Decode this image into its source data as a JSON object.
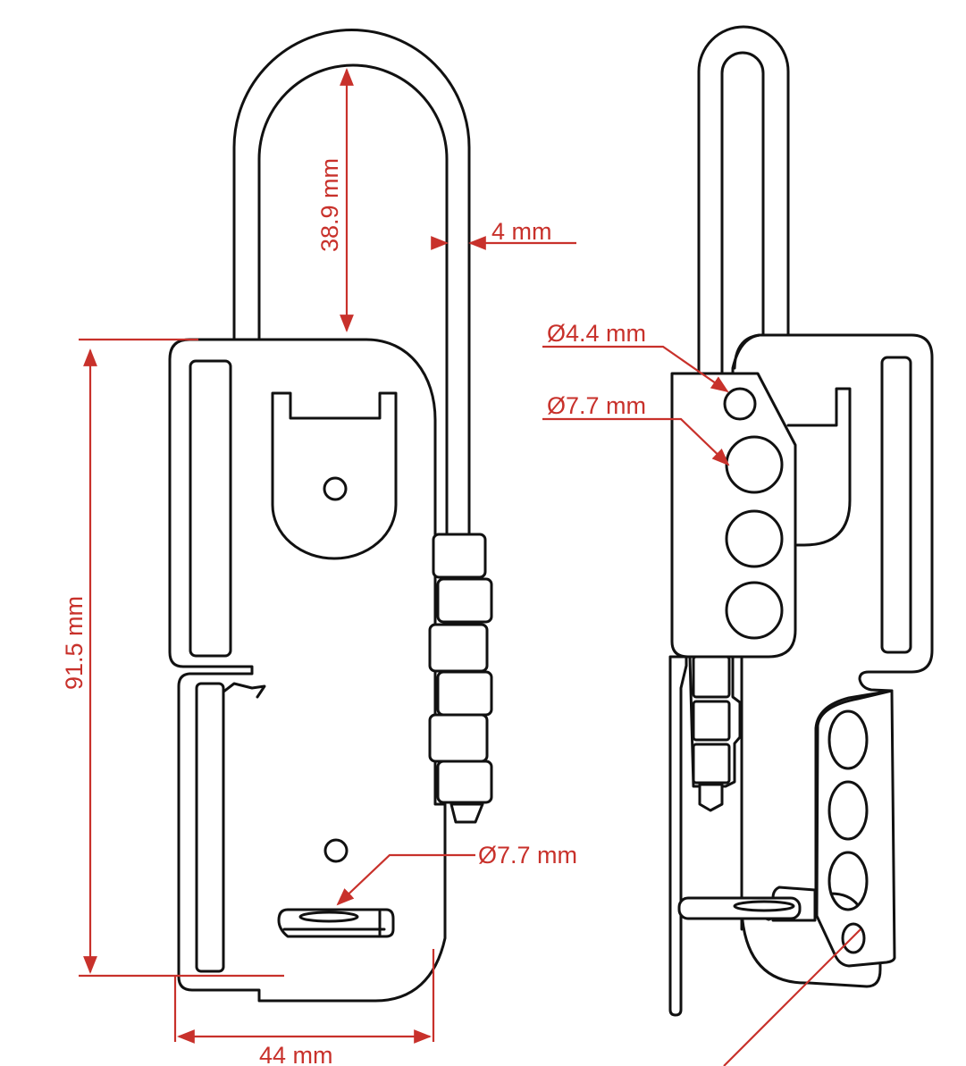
{
  "colors": {
    "dimension": "#c8312b",
    "outline": "#111111",
    "background": "#ffffff"
  },
  "front_view": {
    "shackle_height_label": "38.9 mm",
    "shackle_thickness_label": "4 mm",
    "body_height_label": "91.5 mm",
    "body_width_label": "44 mm",
    "bottom_hole_label": "Ø7.7 mm"
  },
  "side_view": {
    "small_hole_label": "Ø4.4 mm",
    "large_hole_label": "Ø7.7 mm"
  }
}
